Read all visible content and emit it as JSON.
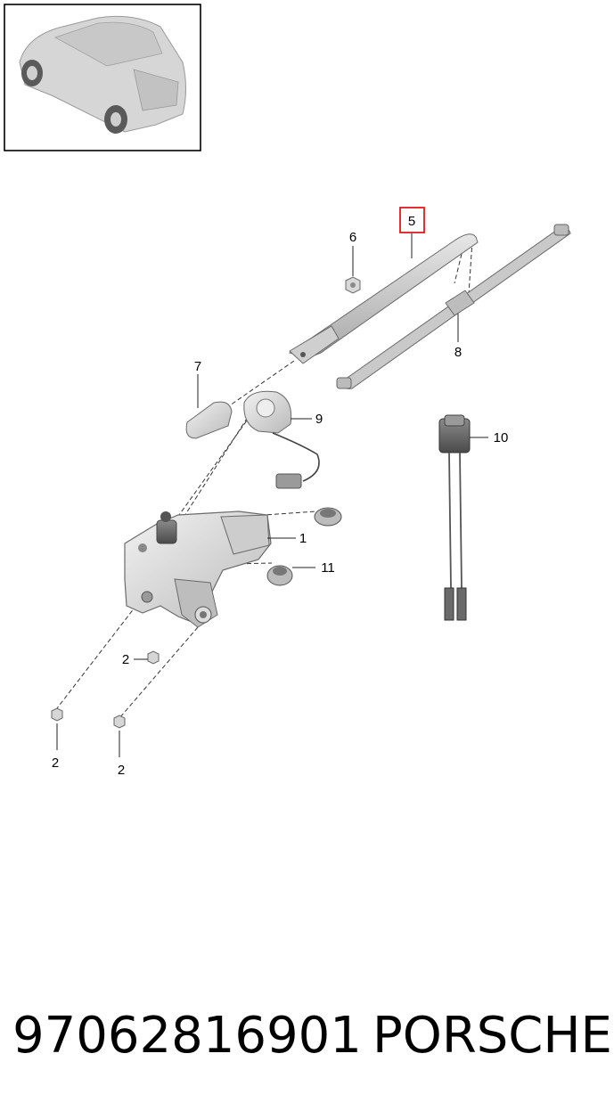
{
  "callouts": {
    "c1": "1",
    "c2a": "2",
    "c2b": "2",
    "c2c": "2",
    "c5": "5",
    "c6": "6",
    "c7": "7",
    "c8": "8",
    "c9": "9",
    "c10": "10",
    "c11": "11"
  },
  "highlight_color": "#e0191f",
  "footer": {
    "part_number": "97062816901",
    "brand": "PORSCHE"
  }
}
